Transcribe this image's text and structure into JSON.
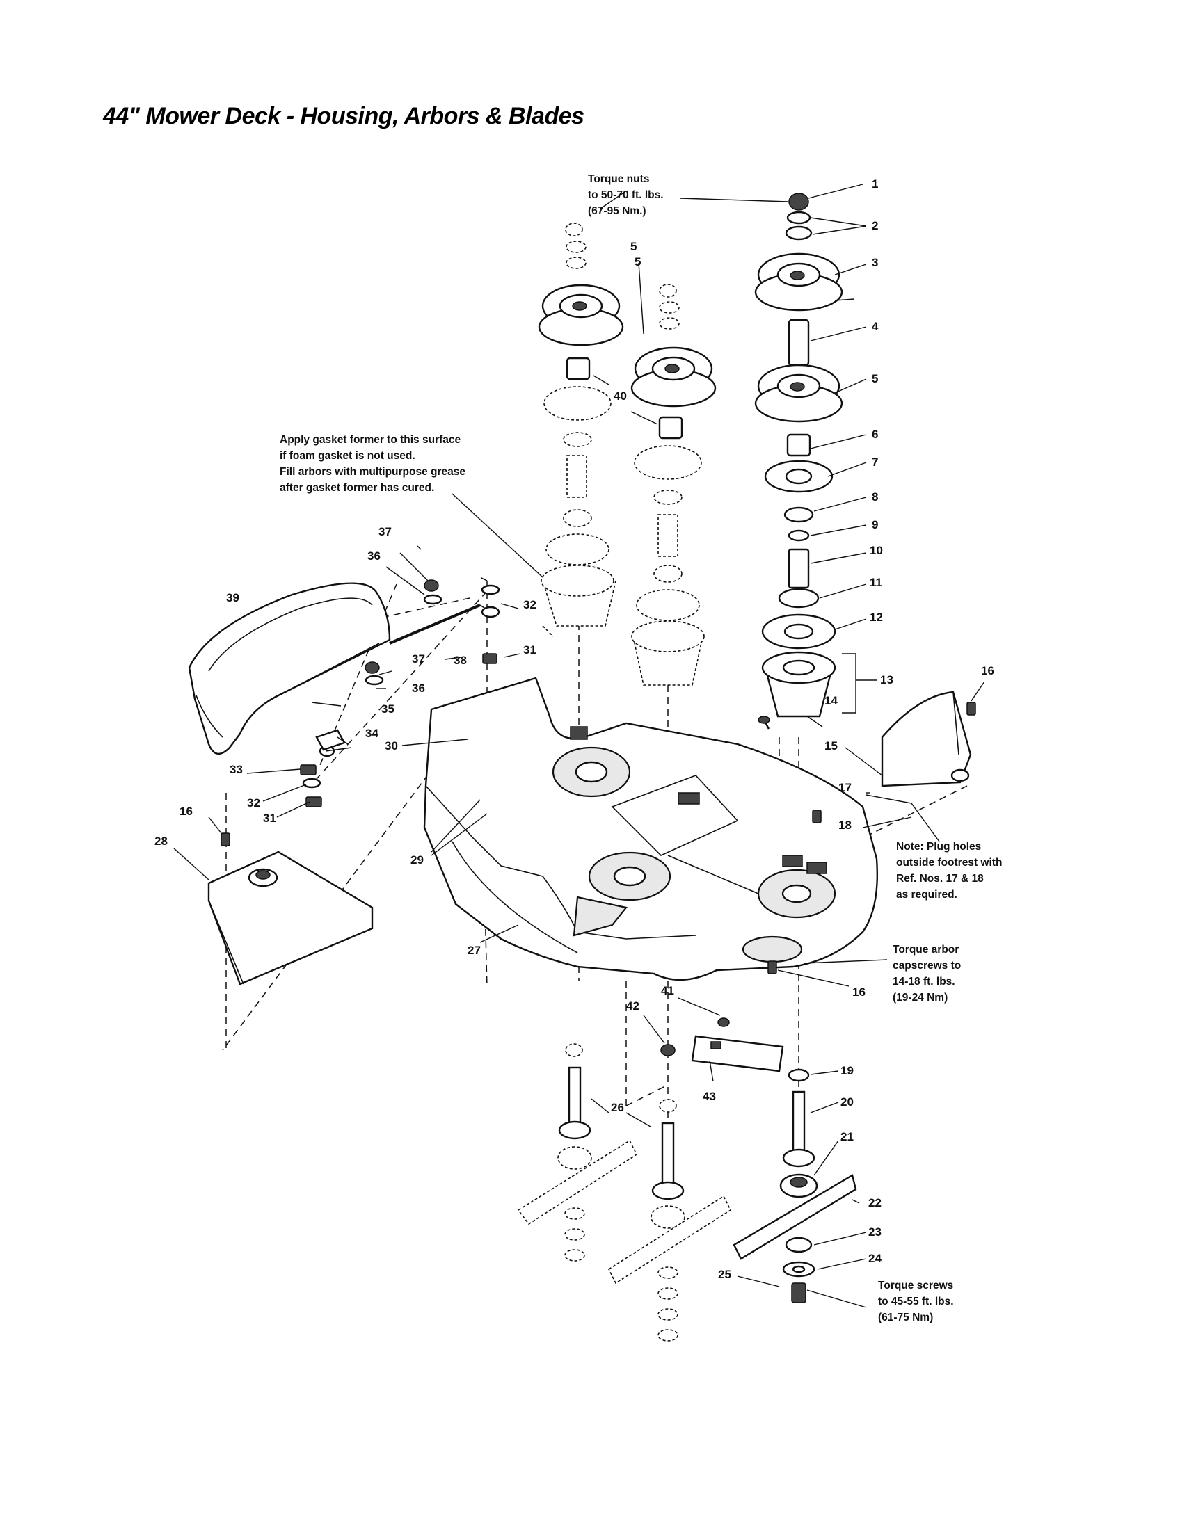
{
  "title": "44\" Mower Deck - Housing, Arbors & Blades",
  "notes": {
    "torque_nuts": [
      "Torque nuts",
      "to 50-70 ft. lbs.",
      "(67-95 Nm.)"
    ],
    "gasket": [
      "Apply gasket former to this surface",
      "if foam gasket is not used.",
      "Fill arbors with multipurpose grease",
      "after gasket former has cured."
    ],
    "plug_holes": [
      "Note: Plug holes",
      "outside footrest with",
      "Ref. Nos. 17 & 18",
      "as required."
    ],
    "torque_arbor": [
      "Torque arbor",
      "capscrews to",
      "14-18 ft. lbs.",
      "(19-24 Nm)"
    ],
    "torque_screws": [
      "Torque screws",
      "to 45-55 ft. lbs.",
      "(61-75 Nm)"
    ]
  },
  "callouts": [
    "1",
    "2",
    "3",
    "4",
    "5",
    "5",
    "5",
    "6",
    "7",
    "8",
    "9",
    "10",
    "11",
    "12",
    "13",
    "14",
    "15",
    "16",
    "16",
    "16",
    "17",
    "18",
    "19",
    "20",
    "21",
    "22",
    "23",
    "24",
    "25",
    "26",
    "27",
    "28",
    "29",
    "30",
    "31",
    "31",
    "32",
    "32",
    "33",
    "34",
    "35",
    "36",
    "36",
    "37",
    "37",
    "38",
    "39",
    "40",
    "41",
    "42",
    "43"
  ]
}
